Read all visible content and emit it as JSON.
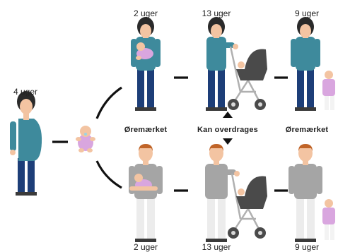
{
  "colors": {
    "mother_top": "#3e8a9c",
    "mother_pants": "#1d3e78",
    "father_top": "#a5a5a5",
    "father_pants": "#ececec",
    "skin": "#f3c4a2",
    "mother_hair": "#2a2a2a",
    "father_hair": "#c06428",
    "baby": "#d9a6df",
    "stroller": "#4a4a4a",
    "line": "#111111"
  },
  "labels": {
    "pregnancy": "4 uger",
    "mother_period_1": "2 uger",
    "mother_period_2": "13 uger",
    "mother_period_3": "9 uger",
    "father_period_1": "2 uger",
    "father_period_2": "13 uger",
    "father_period_3": "9 uger",
    "earmarked_left": "Øremærket",
    "transferable": "Kan overdrages",
    "earmarked_right": "Øremærket"
  },
  "icons": {
    "pregnant_mother": "pregnant-woman-icon",
    "newborn": "baby-icon",
    "mother_holding_baby": "mother-holding-baby-icon",
    "mother_with_stroller": "mother-with-stroller-icon",
    "mother_with_toddler": "mother-with-toddler-icon",
    "father_holding_baby": "father-holding-baby-icon",
    "father_with_stroller": "father-with-stroller-icon",
    "father_with_toddler": "father-with-toddler-icon",
    "transfer_arrows": "up-down-arrows-icon"
  }
}
